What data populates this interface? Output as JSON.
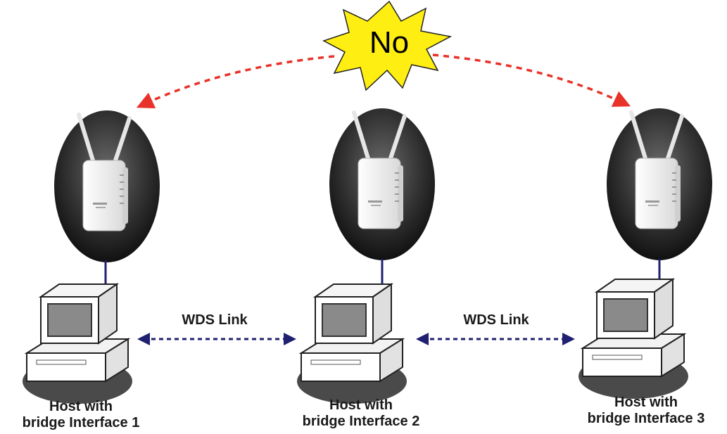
{
  "burst": {
    "text": "No",
    "color": "#ffee11"
  },
  "links": [
    {
      "label": "WDS Link"
    },
    {
      "label": "WDS Link"
    }
  ],
  "hosts": [
    {
      "line1": "Host with",
      "line2": "bridge Interface 1"
    },
    {
      "line1": "Host with",
      "line2": "bridge Interface 2"
    },
    {
      "line1": "Host with",
      "line2": "bridge Interface 3"
    }
  ],
  "colors": {
    "no_link_arrow": "#e8322a",
    "wds_link_arrow": "#1f2070",
    "ap_backdrop": "#2b2b2b",
    "cable": "#1f2070"
  }
}
